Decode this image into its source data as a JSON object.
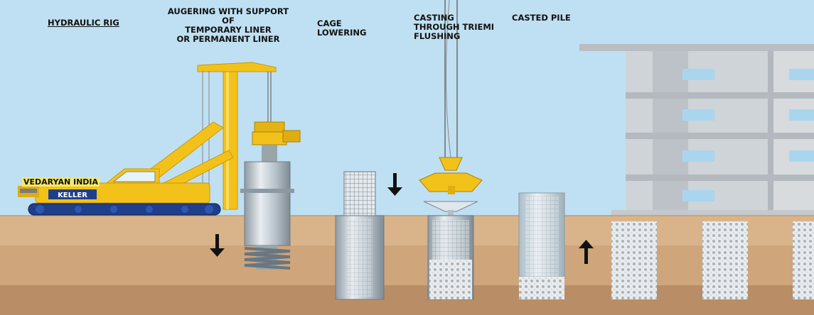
{
  "labels": {
    "hydraulic_rig": "HYDRAULIC RIG",
    "augering": [
      "AUGERING WITH SUPPORT",
      "OF",
      "TEMPORARY LINER",
      "OR PERMANENT LINER"
    ],
    "cage_lowering": [
      "CAGE",
      "LOWERING"
    ],
    "casting": [
      "CASTING",
      "THROUGH TRIEMI",
      "FLUSHING"
    ],
    "casted_pile": "CASTED PILE",
    "brand": "VEDARYAN INDIA",
    "rig_maker": "KELLER"
  },
  "colors": {
    "sky": "#bfe0f2",
    "ground_top": "#d9b48a",
    "ground_mid": "#cfa57c",
    "ground_bottom": "#b98e66",
    "rig_yellow": "#f2c21a",
    "track": "#1f3f8a",
    "steel": "#b9c6cf",
    "building": "#c9ced2"
  },
  "icons": [
    "down-arrow-icon",
    "up-arrow-icon"
  ]
}
